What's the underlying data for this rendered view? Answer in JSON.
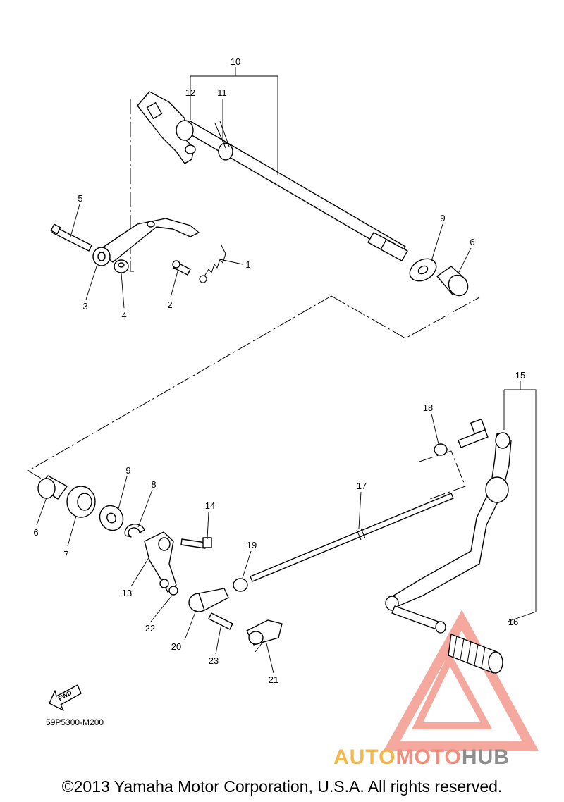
{
  "callouts": [
    "1",
    "2",
    "3",
    "4",
    "5",
    "6",
    "9",
    "10",
    "11",
    "12",
    "6",
    "7",
    "8",
    "9",
    "13",
    "14",
    "15",
    "16",
    "17",
    "18",
    "19",
    "20",
    "21",
    "22",
    "23"
  ],
  "diagram_code": "59P5300-M200",
  "fwd_label": "FWD",
  "watermark": {
    "part1": "AUTO",
    "part2": "MOTO",
    "part3": "HUB",
    "colors": {
      "part1": "#f5b74a",
      "part2": "#f38d7c",
      "part3": "#8e8e8e",
      "triangle": "#f28b7e"
    }
  },
  "copyright": "©2013 Yamaha Motor Corporation, U.S.A. All rights reserved."
}
